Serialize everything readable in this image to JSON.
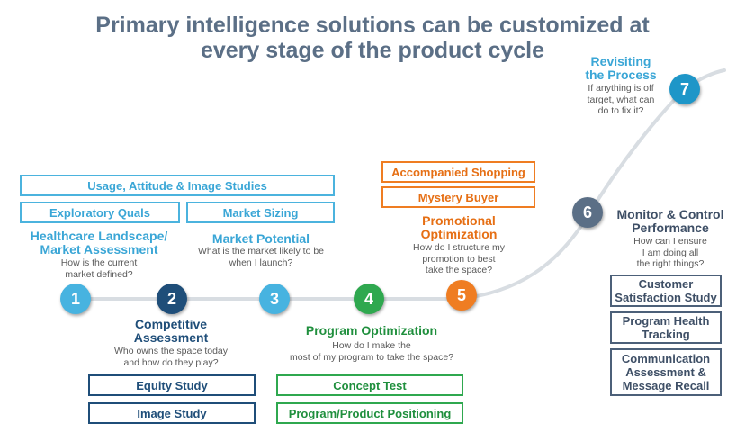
{
  "title": {
    "line1": "Primary intelligence solutions can be customized at",
    "line2": "every stage of the product cycle"
  },
  "colors": {
    "cyan": "#47b3e0",
    "navy": "#1f4e79",
    "green": "#2fa84f",
    "orange": "#ef7d22",
    "slate": "#5b6f86",
    "teal": "#1e96c8",
    "line": "#d8dde2"
  },
  "stages": [
    {
      "num": "1",
      "head1": "Healthcare Landscape/",
      "head2": "Market Assessment",
      "q1": "How is the current",
      "q2": "market defined?"
    },
    {
      "num": "2",
      "head1": "Competitive",
      "head2": "Assessment",
      "q1": "Who owns the space today",
      "q2": "and how do they play?"
    },
    {
      "num": "3",
      "head1": "Market Potential",
      "q1": "What is the market likely to be",
      "q2": "when I launch?"
    },
    {
      "num": "4",
      "head1": "Program Optimization",
      "q1": "How do I make the",
      "q2": "most of my program to take the space?"
    },
    {
      "num": "5",
      "head1": "Promotional",
      "head2": "Optimization",
      "q1": "How do I structure my",
      "q2": "promotion to best",
      "q3": "take the space?"
    },
    {
      "num": "6",
      "head1": "Monitor & Control",
      "head2": "Performance",
      "q1": "How can I ensure",
      "q2": "I am doing all",
      "q3": "the right things?"
    },
    {
      "num": "7",
      "head1": "Revisiting",
      "head2": "the Process",
      "q1": "If anything is off",
      "q2": "target, what can",
      "q3": "do to fix it?"
    }
  ],
  "boxes": {
    "usage": "Usage, Attitude & Image Studies",
    "exploratory": "Exploratory Quals",
    "sizing": "Market Sizing",
    "equity": "Equity Study",
    "image": "Image Study",
    "concept": "Concept Test",
    "positioning": "Program/Product Positioning",
    "accompanied": "Accompanied Shopping",
    "mystery": "Mystery Buyer",
    "customer1": "Customer",
    "customer2": "Satisfaction  Study",
    "health1": "Program Health",
    "health2": "Tracking",
    "comm1": "Communication",
    "comm2": "Assessment &",
    "comm3": "Message Recall"
  }
}
